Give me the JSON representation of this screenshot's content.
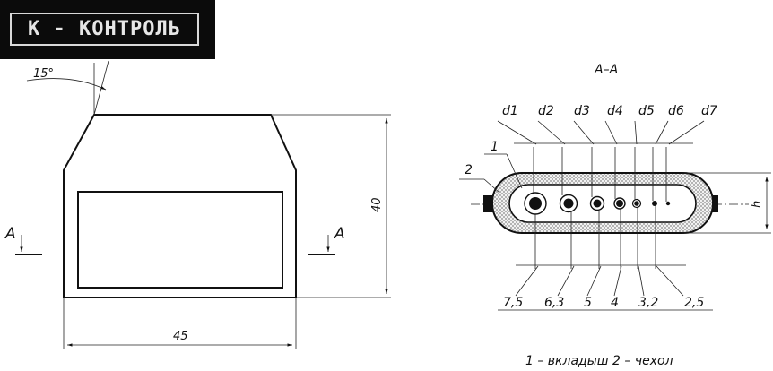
{
  "logo": {
    "text": "К - КОНТРОЛЬ"
  },
  "front_view": {
    "angle_label": "15°",
    "height_label": "40",
    "width_label": "45",
    "section_marker_left": "А",
    "section_marker_right": "А"
  },
  "section_view": {
    "title": "А–А",
    "top_labels": [
      "d1",
      "d2",
      "d3",
      "d4",
      "d5",
      "d6",
      "d7"
    ],
    "bottom_labels": [
      "7,5",
      "6,3",
      "5",
      "4",
      "3,2",
      "2,5"
    ],
    "callout_1": "1",
    "callout_2": "2",
    "height_label": "h"
  },
  "legend": {
    "text": "1 – вкладыш   2 – чехол"
  },
  "colors": {
    "line": "#111111",
    "logo_bg": "#0b0b0b",
    "logo_text": "#e6e6e6"
  }
}
